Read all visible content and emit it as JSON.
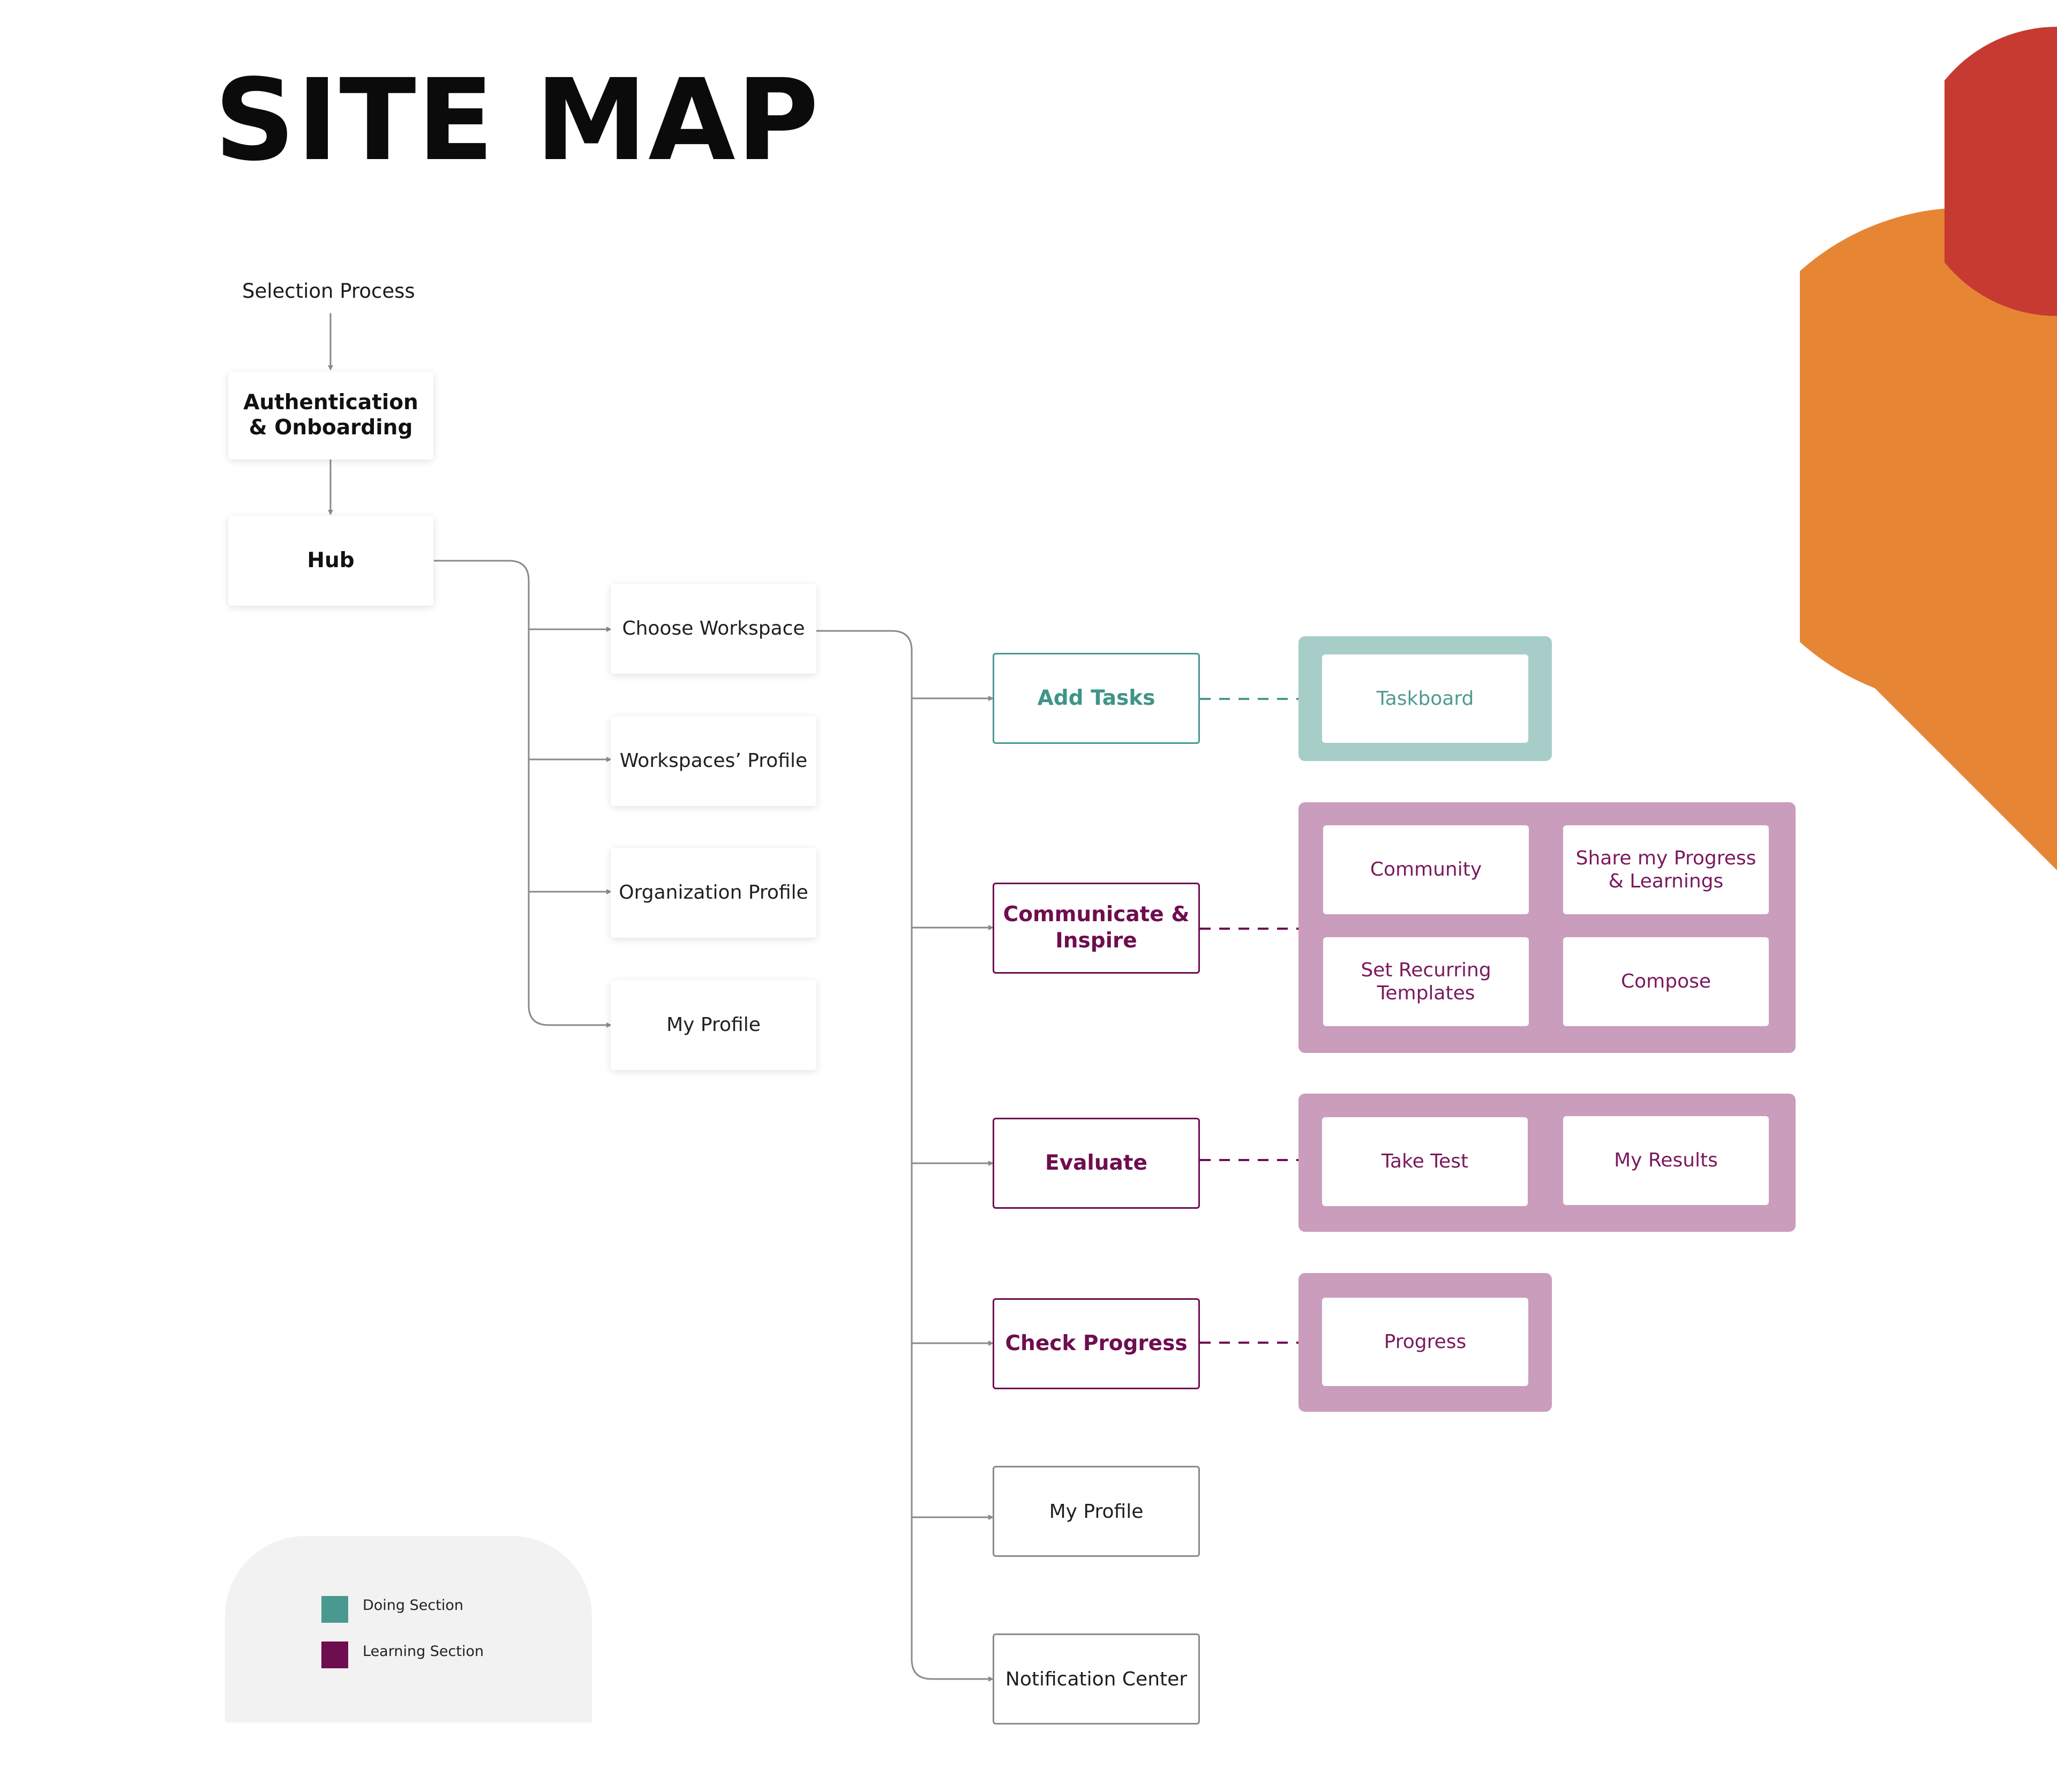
{
  "title": "SITE MAP",
  "colors": {
    "doing": "#4a9990",
    "learning": "#6e0d4f",
    "doing_group_bg": "#a7cdc8",
    "learning_group_bg": "#c99dbb",
    "orange": "#e68534",
    "red": "#c63a32"
  },
  "entry": {
    "label": "Selection Process"
  },
  "onboarding": {
    "label": "Authentication & Onboarding"
  },
  "hub": {
    "label": "Hub"
  },
  "hub_children": [
    {
      "label": "Choose Workspace"
    },
    {
      "label": "Workspaces’ Profile"
    },
    {
      "label": "Organization Profile"
    },
    {
      "label": "My Profile"
    }
  ],
  "workspace_sections": [
    {
      "label": "Add Tasks",
      "section": "doing",
      "pages": [
        "Taskboard"
      ]
    },
    {
      "label": "Communicate & Inspire",
      "section": "learning",
      "pages": [
        "Community",
        "Share my Progress & Learnings",
        "Set Recurring Templates",
        "Compose"
      ]
    },
    {
      "label": "Evaluate",
      "section": "learning",
      "pages": [
        "Take Test",
        "My Results"
      ]
    },
    {
      "label": "Check Progress",
      "section": "learning",
      "pages": [
        "Progress"
      ]
    },
    {
      "label": "My Profile",
      "section": "none",
      "pages": []
    },
    {
      "label": "Notification Center",
      "section": "none",
      "pages": []
    }
  ],
  "legend": {
    "items": [
      {
        "label": "Doing Section",
        "color": "#4a9990"
      },
      {
        "label": "Learning Section",
        "color": "#6e0d4f"
      }
    ]
  }
}
